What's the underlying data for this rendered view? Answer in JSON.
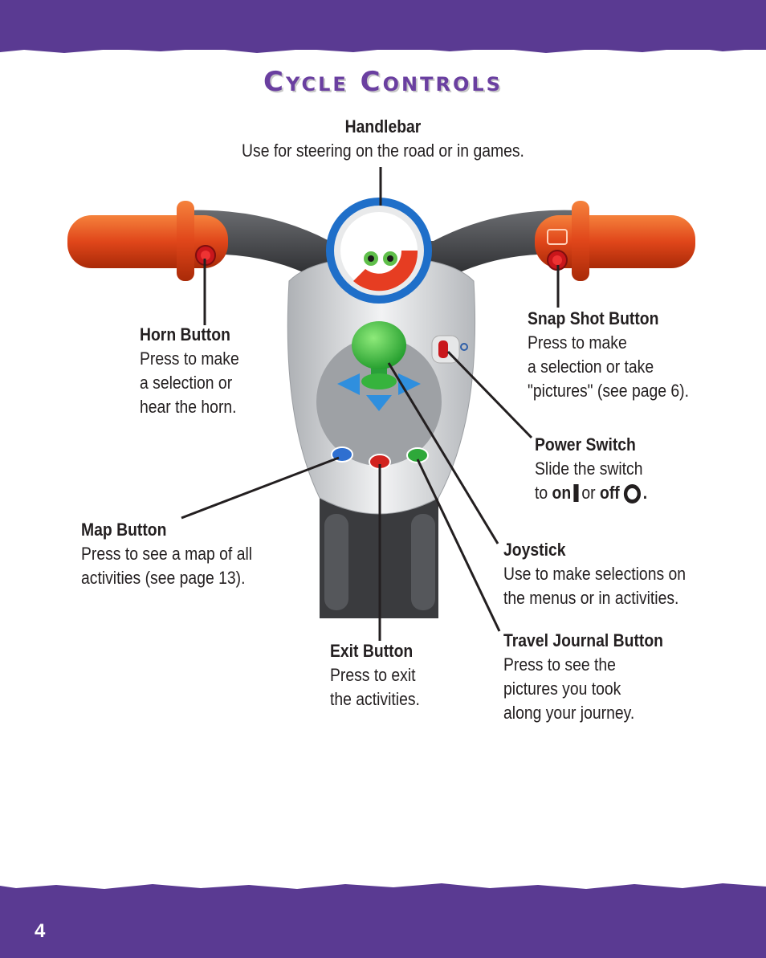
{
  "page": {
    "title": "Cycle Controls",
    "page_number": "4"
  },
  "colors": {
    "band": "#5a3a92",
    "title": "#6a3fa0",
    "grip": "#e0461a",
    "body": "#d6d8da",
    "joystick": "#3bbf3f",
    "arrow": "#2f8fde"
  },
  "callouts": {
    "handlebar": {
      "heading": "Handlebar",
      "text": "Use for steering on the road or in games."
    },
    "horn": {
      "heading": "Horn Button",
      "text": "Press to make\na selection or\nhear the horn."
    },
    "snapshot": {
      "heading": "Snap Shot Button",
      "text": "Press to make\na selection or take\n\"pictures\" (see page 6)."
    },
    "power": {
      "heading": "Power Switch",
      "line1": "Slide the switch",
      "to": "to",
      "on": "on",
      "or": "or",
      "off": "off",
      "end": "."
    },
    "map": {
      "heading": "Map Button",
      "text": "Press to see a map of all\nactivities (see page 13)."
    },
    "joystick": {
      "heading": "Joystick",
      "text": "Use to make selections on\nthe menus or in activities."
    },
    "exit": {
      "heading": "Exit Button",
      "text": "Press to exit\nthe activities."
    },
    "journal": {
      "heading": "Travel Journal Button",
      "text": "Press to see the\npictures you took\nalong your journey."
    }
  }
}
